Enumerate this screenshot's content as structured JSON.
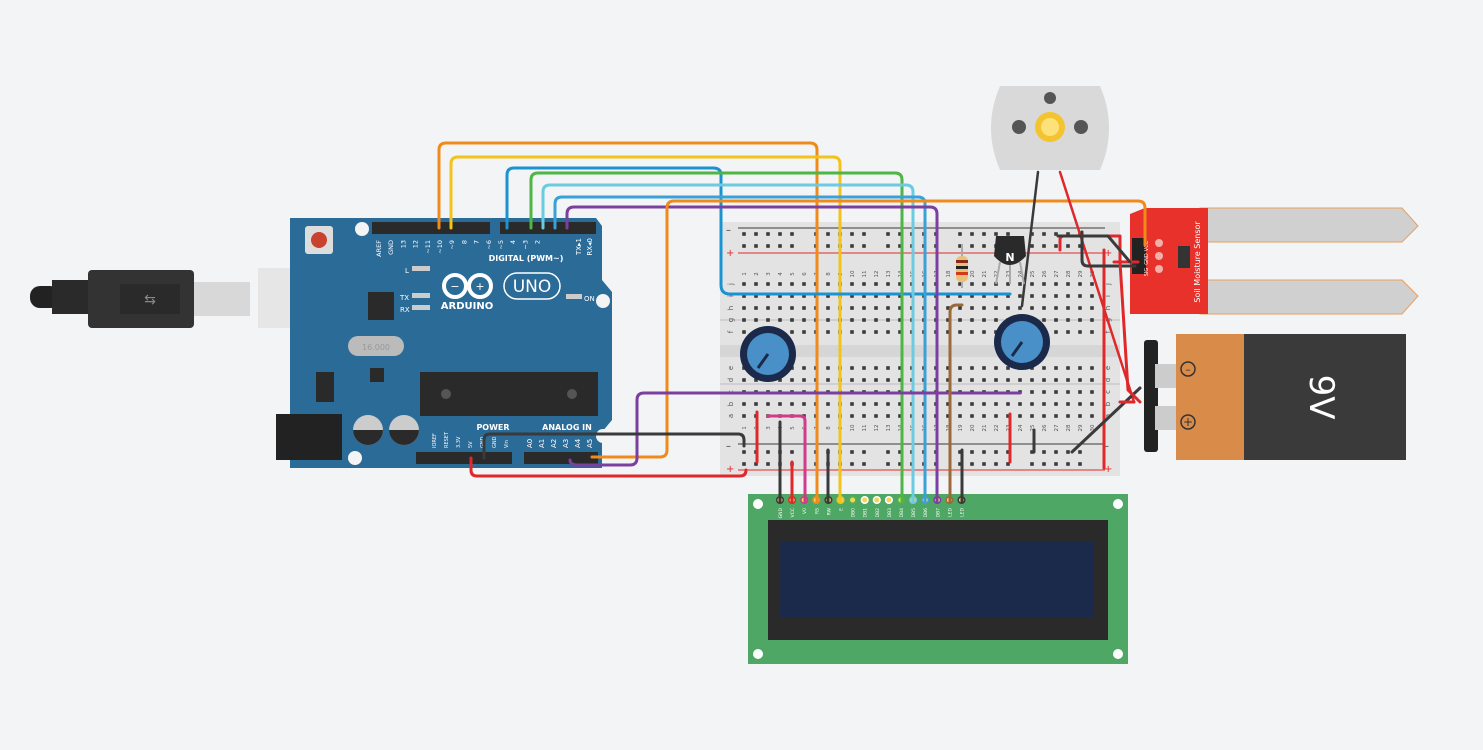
{
  "arduino": {
    "brand": "ARDUINO",
    "model": "UNO",
    "digital_label": "DIGITAL (PWM~)",
    "power_label": "POWER",
    "analog_label": "ANALOG IN",
    "on_label": "ON",
    "l_label": "L",
    "tx_label": "TX",
    "rx_label": "RX",
    "txrx_pins": [
      "TX▸1",
      "RX◂0"
    ],
    "digital_pins": [
      "AREF",
      "GND",
      "13",
      "12",
      "~11",
      "~10",
      "~9",
      "8",
      "7",
      "~6",
      "~5",
      "4",
      "~3",
      "2"
    ],
    "power_pins": [
      "IOREF",
      "RESET",
      "3.3V",
      "5V",
      "GND",
      "GND",
      "Vin"
    ],
    "analog_pins": [
      "A0",
      "A1",
      "A2",
      "A3",
      "A4",
      "A5"
    ],
    "chip_label": "16.000"
  },
  "breadboard": {
    "rows_top": [
      "j",
      "i",
      "h",
      "g",
      "f"
    ],
    "rows_bottom": [
      "e",
      "d",
      "c",
      "b",
      "a"
    ],
    "columns": [
      "1",
      "2",
      "3",
      "4",
      "5",
      "6",
      "7",
      "8",
      "9",
      "10",
      "11",
      "12",
      "13",
      "14",
      "15",
      "16",
      "17",
      "18",
      "19",
      "20",
      "21",
      "22",
      "23",
      "24",
      "25",
      "26",
      "27",
      "28",
      "29",
      "30"
    ],
    "rail_plus": "+",
    "rail_minus": "–"
  },
  "transistor": {
    "label": "N"
  },
  "battery": {
    "label": "9V",
    "minus": "–",
    "plus": "+"
  },
  "sensor": {
    "label": "Soil Moisture Sensor",
    "pins": [
      "VCC",
      "GND",
      "SIG"
    ]
  },
  "lcd": {
    "pins": [
      "GND",
      "VCC",
      "V0",
      "RS",
      "RW",
      "E",
      "DB0",
      "DB1",
      "DB2",
      "DB3",
      "DB4",
      "DB5",
      "DB6",
      "DB7",
      "LED",
      "LED"
    ]
  },
  "colors": {
    "background": "#f2f4f5",
    "arduino_board": "#2b6b98",
    "wire_orange": "#f08a1c",
    "wire_yellow": "#f2c31a",
    "wire_blue": "#1b93d0",
    "wire_green": "#4fb545",
    "wire_cyan": "#6ccbe0",
    "wire_purple": "#7b3fa0",
    "wire_red": "#e0282a",
    "wire_black": "#3a3a3a",
    "wire_pink": "#d23a8c",
    "wire_brown": "#9a6a3a",
    "lcd_board": "#4fa765",
    "lcd_screen": "#1b2a4a",
    "sensor_board": "#e8312a",
    "battery_top": "#d98b4a",
    "battery_body": "#3a3a3a"
  },
  "icons": [
    "usb-cable-icon",
    "motor-icon",
    "gear-icon",
    "potentiometer-icon",
    "resistor-icon"
  ]
}
